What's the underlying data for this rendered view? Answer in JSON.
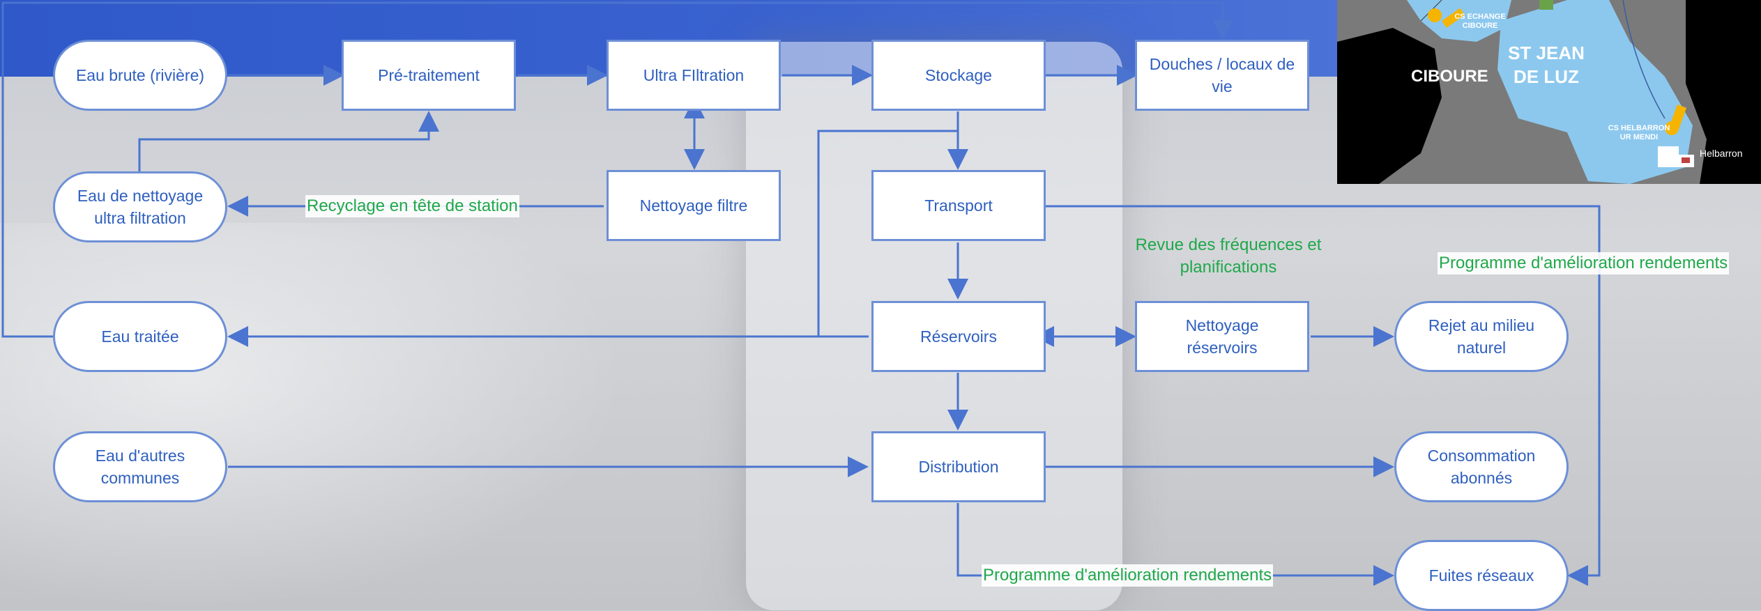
{
  "nodes": {
    "eau_brute": "Eau brute (rivière)",
    "pretraitement": "Pré-traitement",
    "ultra_filtration": "Ultra FIltration",
    "stockage": "Stockage",
    "douches": "Douches / locaux de vie",
    "eau_nettoyage": "Eau de nettoyage ultra filtration",
    "nettoyage_filtre": "Nettoyage filtre",
    "transport": "Transport",
    "eau_traitee": "Eau traitée",
    "reservoirs": "Réservoirs",
    "nettoyage_reservoirs": "Nettoyage réservoirs",
    "rejet": "Rejet au milieu naturel",
    "eau_autres": "Eau d'autres communes",
    "distribution": "Distribution",
    "consommation": "Consommation abonnés",
    "fuites": "Fuites réseaux"
  },
  "labels": {
    "recyclage": "Recyclage en tête de station",
    "revue": "Revue des fréquences et planifications",
    "programme_top": "Programme d'amélioration rendements",
    "programme_bottom": "Programme d'amélioration rendements"
  },
  "map": {
    "ciboure": "CIBOURE",
    "st_jean_de_luz": "ST JEAN DE LUZ",
    "cs_echange": "CS ECHANGE CIBOURE",
    "cs_helbarron": "CS HELBARRON UR MENDI",
    "helbarron": "Helbarron"
  },
  "colors": {
    "node_border": "#6d8fd6",
    "node_text": "#2e5fbf",
    "arrow": "#4a74cf",
    "annotation_green": "#20a84a",
    "map_water": "#8cc8ee"
  }
}
